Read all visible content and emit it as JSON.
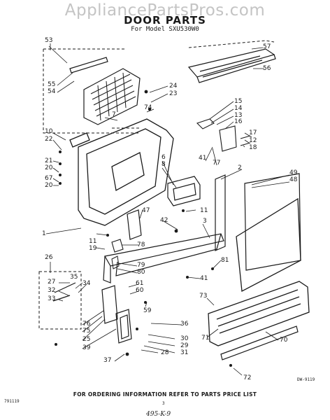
{
  "watermark": "AppliancePartsPros.com",
  "title": "DOOR PARTS",
  "model": "For Model SXU530W0",
  "diagram_code": "DW-9119",
  "footer": "FOR ORDERING INFORMATION REFER TO PARTS PRICE LIST",
  "left_code": "791119",
  "page_number": "3",
  "handwritten": "495-K-9",
  "callouts": [
    "53",
    "57",
    "56",
    "55",
    "54",
    "7",
    "24",
    "23",
    "74",
    "15",
    "14",
    "13",
    "16",
    "17",
    "12",
    "18",
    "10",
    "22",
    "21",
    "20",
    "67",
    "20",
    "6",
    "8",
    "41",
    "77",
    "2",
    "49",
    "48",
    "1",
    "47",
    "11",
    "42",
    "3",
    "11",
    "19",
    "78",
    "79",
    "80",
    "81",
    "41",
    "26",
    "27",
    "35",
    "34",
    "32",
    "33",
    "61",
    "60",
    "59",
    "73",
    "76",
    "75",
    "25",
    "39",
    "36",
    "30",
    "29",
    "31",
    "28",
    "37",
    "71",
    "70",
    "72"
  ]
}
